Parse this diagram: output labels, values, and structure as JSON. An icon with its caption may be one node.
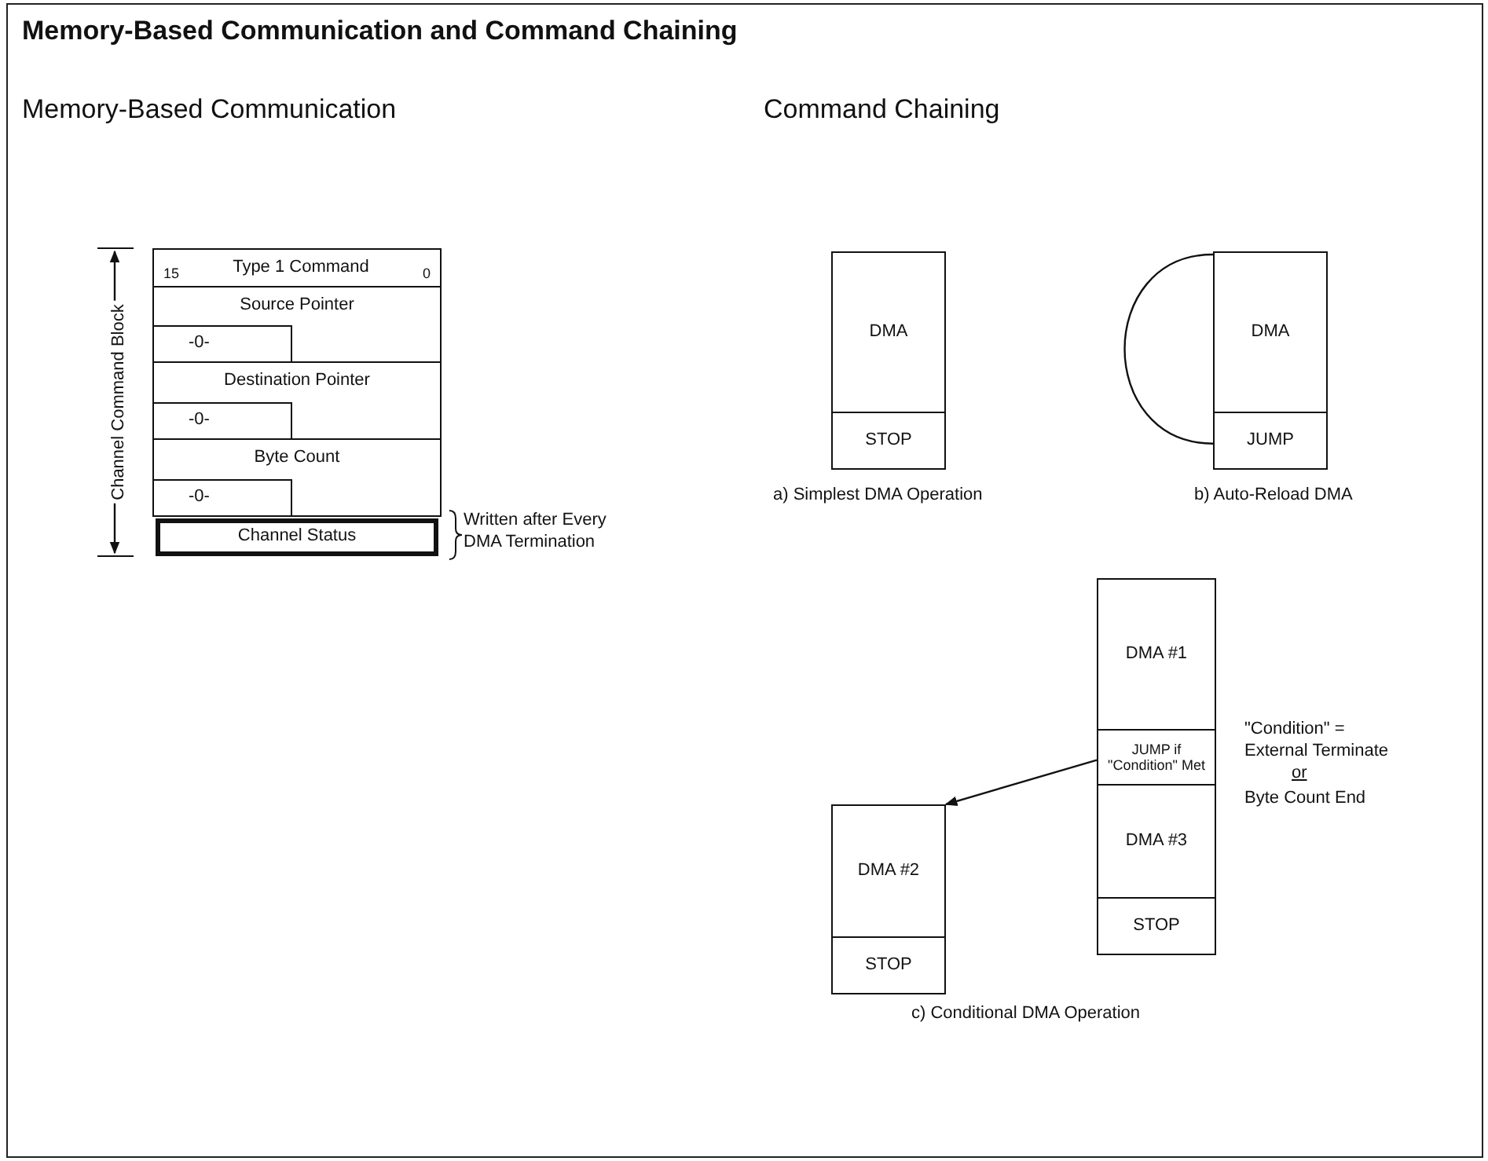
{
  "diagram": {
    "title": "Memory-Based Communication and Command Chaining",
    "nodes": [
      {
        "text": [
          "15",
          "Type 1 Command",
          "0"
        ]
      },
      {
        "text": [
          "Source Pointer"
        ]
      },
      {
        "text": [
          "-0-"
        ],
        "in": 1
      },
      {
        "text": [
          "Destination Pointer"
        ]
      },
      {
        "text": [
          "-0-"
        ],
        "in": 3
      },
      {
        "text": [
          "Byte Count"
        ]
      },
      {
        "text": [
          "-0-"
        ],
        "in": 5
      },
      {
        "text": [
          "Channel Status"
        ],
        "beside": [
          "Written after Every DMA Termination"
        ]
      },
      {
        "text": [
          "DMA"
        ]
      },
      {
        "text": [
          "STOP"
        ]
      },
      {
        "text": [
          "DMA"
        ]
      },
      {
        "text": [
          "JUMP"
        ]
      },
      {
        "text": [
          "DMA #1"
        ]
      },
      {
        "text": [
          "JUMP if \"Condition\" Met"
        ]
      },
      {
        "text": [
          "DMA #3"
        ]
      },
      {
        "text": [
          "STOP"
        ]
      },
      {
        "text": [
          "DMA #2"
        ]
      },
      {
        "text": [
          "STOP"
        ]
      }
    ],
    "edges": [
      {
        "from": 11,
        "to": 10,
        "arrow": "none"
      },
      {
        "from": 13,
        "to": 16,
        "arrow": "to"
      }
    ],
    "labels": [
      "Memory-Based Communication",
      "Command Chaining",
      "Channel Command Block",
      "a) Simplest DMA Operation",
      "b) Auto-Reload DMA",
      "\"Condition\" =",
      "External Terminate",
      "or",
      "Byte Count End",
      "c) Conditional DMA Operation"
    ]
  }
}
